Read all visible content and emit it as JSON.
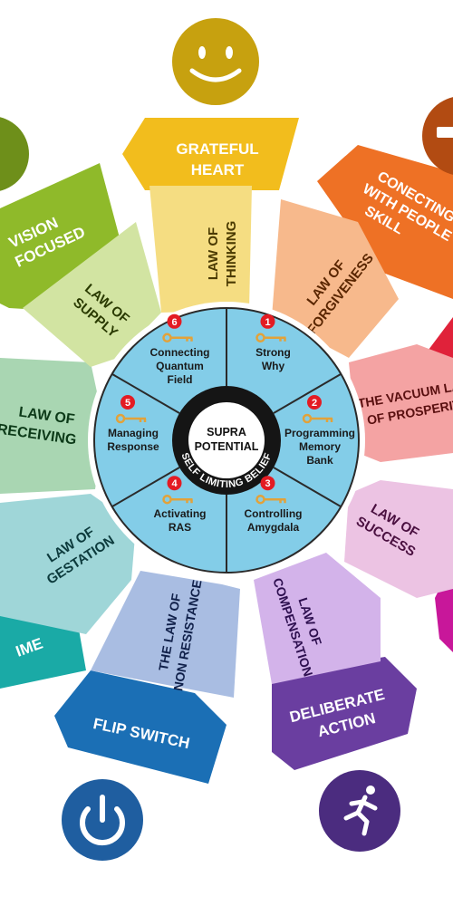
{
  "center": {
    "line1": "SUPRA",
    "line2": "POTENTIAL",
    "ring_text": "SELF LIMITING BELIEF"
  },
  "keys": [
    {
      "number": "1",
      "line1": "Strong",
      "line2": "Why",
      "line3": ""
    },
    {
      "number": "2",
      "line1": "Programming",
      "line2": "Memory",
      "line3": "Bank"
    },
    {
      "number": "3",
      "line1": "Controlling",
      "line2": "Amygdala",
      "line3": ""
    },
    {
      "number": "4",
      "line1": "Activating",
      "line2": "RAS",
      "line3": ""
    },
    {
      "number": "5",
      "line1": "Managing",
      "line2": "Response",
      "line3": ""
    },
    {
      "number": "6",
      "line1": "Connecting",
      "line2": "Quantum",
      "line3": "Field"
    }
  ],
  "laws": [
    {
      "id": "thinking",
      "line1": "LAW OF",
      "line2": "THINKING",
      "color": "#f5dd82"
    },
    {
      "id": "forgiveness",
      "line1": "LAW OF",
      "line2": "FORGIVENESS",
      "color": "#f7b98c"
    },
    {
      "id": "prosperity",
      "line1": "THE VACUUM LAW",
      "line2": "OF PROSPERITY",
      "color": "#f4a3a3"
    },
    {
      "id": "success",
      "line1": "LAW OF",
      "line2": "SUCCESS",
      "color": "#ecc3e3"
    },
    {
      "id": "compensation",
      "line1": "LAW OF",
      "line2": "COMPENSATION",
      "color": "#d3b3ea"
    },
    {
      "id": "non-resistance",
      "line1": "THE LAW OF",
      "line2": "NON RESISTANCE",
      "color": "#a9bde2"
    },
    {
      "id": "gestation",
      "line1": "LAW OF",
      "line2": "GESTATION",
      "color": "#9fd6d8"
    },
    {
      "id": "receiving",
      "line1": "LAW OF",
      "line2": "RECEIVING",
      "color": "#a9d6b2"
    },
    {
      "id": "supply",
      "line1": "LAW OF",
      "line2": "SUPPLY",
      "color": "#d2e4a2"
    }
  ],
  "actions": [
    {
      "id": "grateful",
      "line1": "GRATEFUL",
      "line2": "HEART",
      "color": "#f2bd1d"
    },
    {
      "id": "people",
      "line1": "CONECTING",
      "line2": "WITH PEOPLE",
      "line3": "SKILL",
      "color": "#ee7125"
    },
    {
      "id": "vision",
      "line1": "VISION",
      "line2": "FOCUSED",
      "color": "#8fba2a"
    },
    {
      "id": "flip",
      "line1": "FLIP SWITCH",
      "line2": "",
      "color": "#1b6fb5"
    },
    {
      "id": "deliberate",
      "line1": "DELIBERATE",
      "line2": "ACTION",
      "color": "#6a3ea0"
    },
    {
      "id": "time",
      "line1": "IME",
      "line2": "",
      "color": "#1aaaa6"
    }
  ],
  "colors": {
    "inner_blue": "#83cde8",
    "ring_dark": "#151515",
    "key_gold": "#e2a23a",
    "badge_red": "#e31b23",
    "smile_icon": "#c7a10f",
    "power_icon": "#1f5ea0",
    "runner_icon": "#4b2c7f",
    "top_left_icon": "#6e8f1a",
    "top_right_icon": "#b24b12",
    "pink_action": "#c8179a",
    "red_action": "#e0223a"
  },
  "icons": [
    "smiley-icon",
    "power-icon",
    "running-person-icon",
    "handshake-icon",
    "target-icon"
  ]
}
